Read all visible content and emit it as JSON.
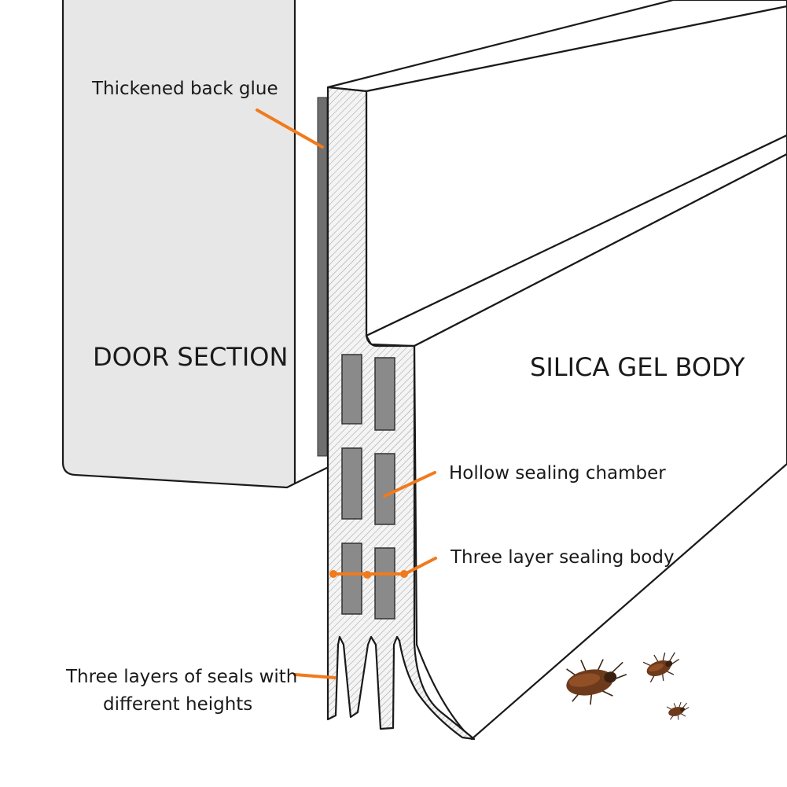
{
  "labels": {
    "back_glue": "Thickened back glue",
    "door_section": "DOOR SECTION",
    "silica_body": "SILICA GEL BODY",
    "hollow_chamber": "Hollow sealing chamber",
    "three_layer_body": "Three layer sealing body",
    "seals_line1": "Three layers of seals with",
    "seals_line2": "different heights"
  },
  "colors": {
    "door_fill": "#e7e7e7",
    "glue_strip": "#6f6f6f",
    "chamber_fill": "#8a8a8a",
    "hatch_fill": "#f2f2f2",
    "leader_orange": "#f07a1c",
    "outline": "#1a1a1a"
  },
  "icons": [
    "cockroach-icon",
    "cockroach-icon",
    "cockroach-icon"
  ]
}
